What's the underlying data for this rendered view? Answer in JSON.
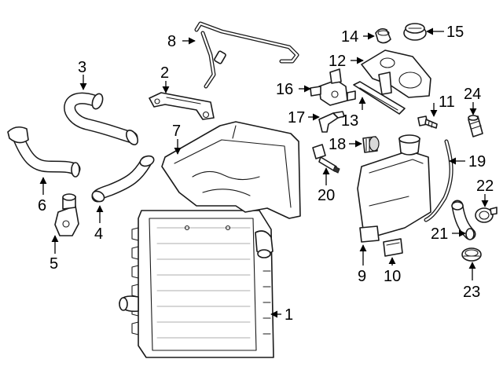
{
  "callouts": [
    {
      "id": "1",
      "text": "1"
    },
    {
      "id": "2",
      "text": "2"
    },
    {
      "id": "3",
      "text": "3"
    },
    {
      "id": "4",
      "text": "4"
    },
    {
      "id": "5",
      "text": "5"
    },
    {
      "id": "6",
      "text": "6"
    },
    {
      "id": "7",
      "text": "7"
    },
    {
      "id": "8",
      "text": "8"
    },
    {
      "id": "9",
      "text": "9"
    },
    {
      "id": "10",
      "text": "10"
    },
    {
      "id": "11",
      "text": "11"
    },
    {
      "id": "12",
      "text": "12"
    },
    {
      "id": "13",
      "text": "13"
    },
    {
      "id": "14",
      "text": "14"
    },
    {
      "id": "15",
      "text": "15"
    },
    {
      "id": "16",
      "text": "16"
    },
    {
      "id": "17",
      "text": "17"
    },
    {
      "id": "18",
      "text": "18"
    },
    {
      "id": "19",
      "text": "19"
    },
    {
      "id": "20",
      "text": "20"
    },
    {
      "id": "21",
      "text": "21"
    },
    {
      "id": "22",
      "text": "22"
    },
    {
      "id": "23",
      "text": "23"
    },
    {
      "id": "24",
      "text": "24"
    }
  ]
}
